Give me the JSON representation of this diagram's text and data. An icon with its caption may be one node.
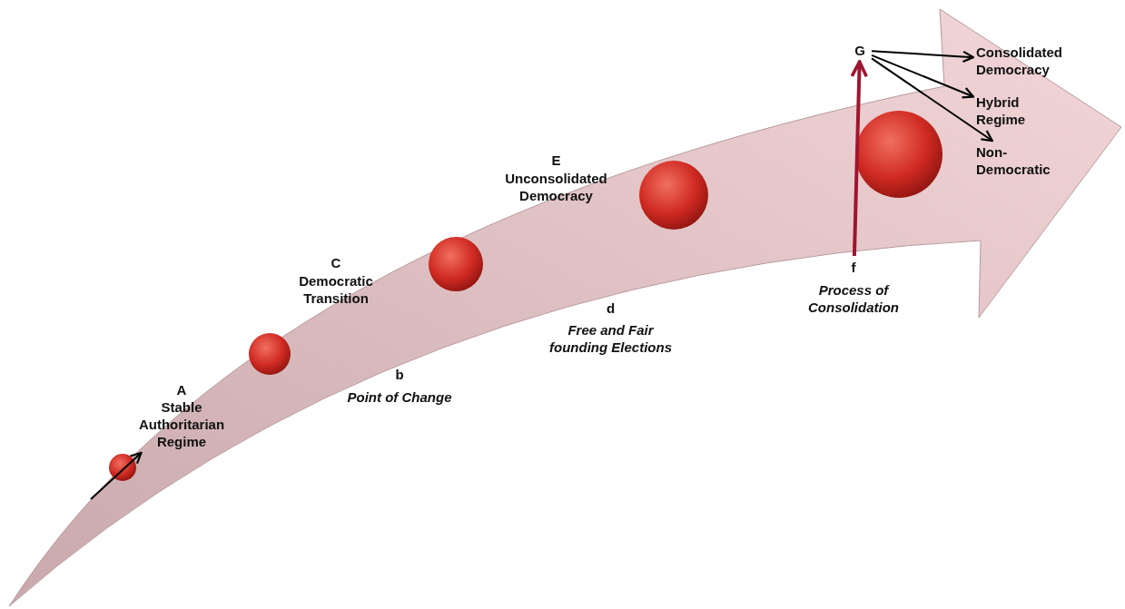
{
  "diagram": {
    "nodes": [
      {
        "text": [],
        "shape": "circle"
      },
      {
        "text": [],
        "shape": "circle"
      },
      {
        "text": [],
        "shape": "circle"
      },
      {
        "text": [],
        "shape": "circle"
      },
      {
        "text": [],
        "shape": "circle"
      },
      {
        "text": [
          "G"
        ]
      },
      {
        "text": [
          "Consolidated Democracy"
        ]
      },
      {
        "text": [
          "Hybrid Regime"
        ]
      },
      {
        "text": [
          "Non-Democratic"
        ]
      },
      {
        "text": [
          "A",
          "Stable Authoritarian Regime"
        ]
      },
      {
        "text": [
          "f",
          "Process of Consolidation"
        ]
      }
    ],
    "edges": [
      {
        "from": null,
        "to": 9,
        "arrow": "to"
      },
      {
        "from": 10,
        "to": 5,
        "arrow": "to",
        "style": "thick",
        "color": "#9e1530"
      },
      {
        "from": 5,
        "to": 6,
        "arrow": "to"
      },
      {
        "from": 5,
        "to": 7,
        "arrow": "to"
      },
      {
        "from": 5,
        "to": 8,
        "arrow": "to"
      }
    ],
    "labels": [
      "E",
      "Unconsolidated Democracy",
      "C",
      "Democratic Transition",
      "d",
      "Free and Fair founding Elections",
      "b",
      "Point of Change"
    ]
  }
}
